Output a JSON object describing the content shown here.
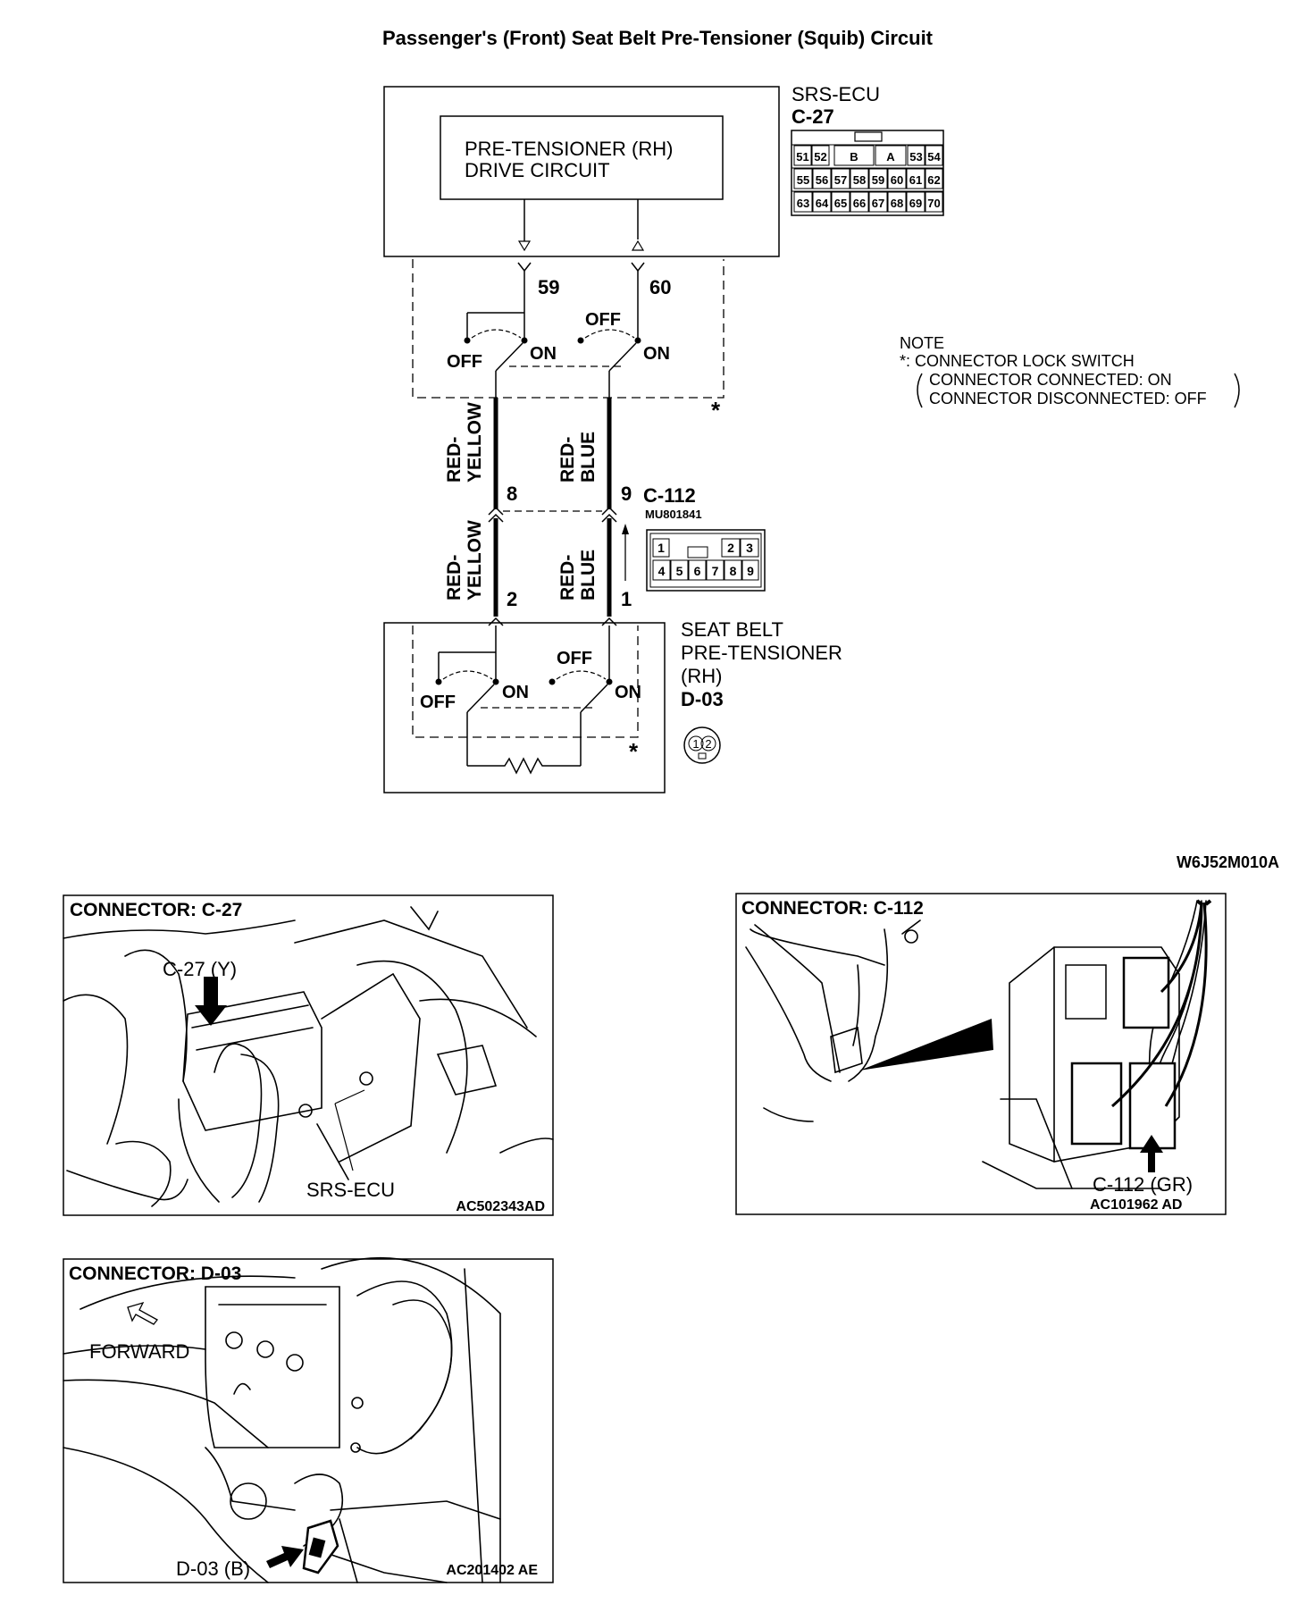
{
  "title": "Passenger's (Front) Seat Belt Pre-Tensioner (Squib) Circuit",
  "ecu": {
    "name": "SRS-ECU",
    "connector": "C-27",
    "drive_circuit_line1": "PRE-TENSIONER (RH)",
    "drive_circuit_line2": "DRIVE CIRCUIT",
    "pin_left": "59",
    "pin_right": "60",
    "connector_pins_row1": [
      "51",
      "52",
      "B",
      "A",
      "53",
      "54"
    ],
    "connector_pins_row2": [
      "55",
      "56",
      "57",
      "58",
      "59",
      "60",
      "61",
      "62"
    ],
    "connector_pins_row3": [
      "63",
      "64",
      "65",
      "66",
      "67",
      "68",
      "69",
      "70"
    ]
  },
  "switch_labels": {
    "off": "OFF",
    "on": "ON",
    "star": "*"
  },
  "note": {
    "heading": "NOTE",
    "line1": "*: CONNECTOR LOCK SWITCH",
    "line2": "CONNECTOR CONNECTED: ON",
    "line3": "CONNECTOR DISCONNECTED: OFF"
  },
  "wires": {
    "left_upper": [
      "RED-",
      "YELLOW"
    ],
    "right_upper": [
      "RED-",
      "BLUE"
    ],
    "left_lower": [
      "RED-",
      "YELLOW"
    ],
    "right_lower": [
      "RED-",
      "BLUE"
    ]
  },
  "c112": {
    "name": "C-112",
    "part": "MU801841",
    "pin_left": "8",
    "pin_right": "9",
    "pins_row1": [
      "1",
      "2",
      "3"
    ],
    "pins_row2": [
      "4",
      "5",
      "6",
      "7",
      "8",
      "9"
    ]
  },
  "pretensioner": {
    "line1": "SEAT BELT",
    "line2": "PRE-TENSIONER",
    "line3": "(RH)",
    "connector": "D-03",
    "pin_left": "2",
    "pin_right": "1",
    "pins": [
      "1",
      "2"
    ]
  },
  "diagram_code": "W6J52M010A",
  "panels": {
    "c27": {
      "title": "CONNECTOR: C-27",
      "callout": "C-27 (Y)",
      "label": "SRS-ECU",
      "code": "AC502343AD"
    },
    "c112": {
      "title": "CONNECTOR: C-112",
      "callout": "C-112 (GR)",
      "code": "AC101962 AD"
    },
    "d03": {
      "title": "CONNECTOR: D-03",
      "forward": "FORWARD",
      "callout": "D-03 (B)",
      "code": "AC201402 AE"
    }
  }
}
